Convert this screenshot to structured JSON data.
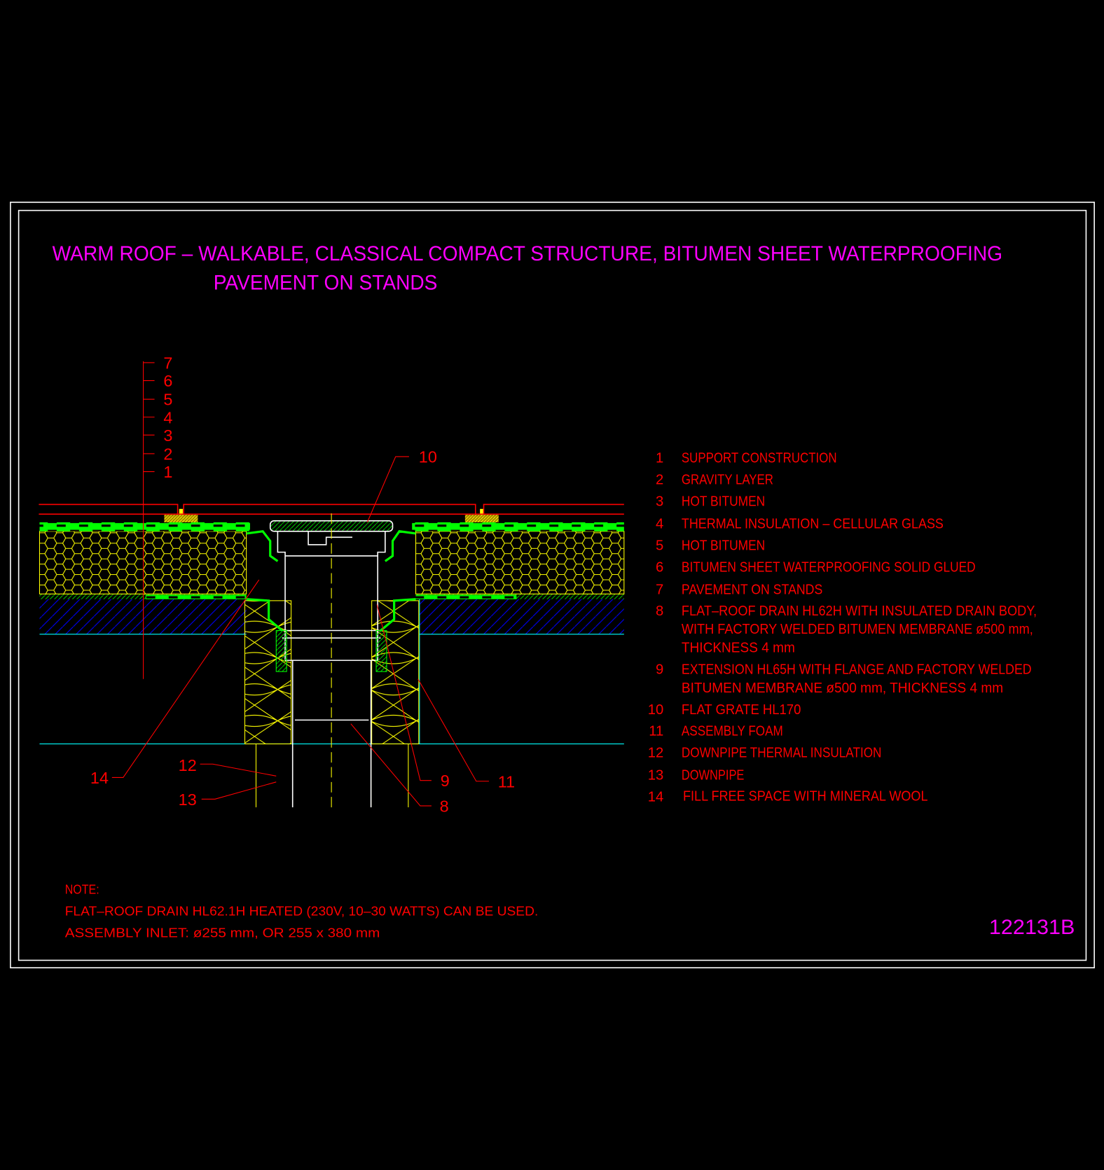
{
  "title": {
    "line1": "WARM ROOF – WALKABLE, CLASSICAL COMPACT STRUCTURE, BITUMEN SHEET WATERPROOFING",
    "line2": "PAVEMENT ON STANDS"
  },
  "layer_callouts": [
    "7",
    "6",
    "5",
    "4",
    "3",
    "2",
    "1"
  ],
  "callouts": {
    "c10": "10",
    "c14": "14",
    "c12": "12",
    "c13": "13",
    "c9": "9",
    "c11": "11",
    "c8": "8"
  },
  "legend": [
    {
      "num": "1",
      "lines": [
        "SUPPORT CONSTRUCTION"
      ]
    },
    {
      "num": "2",
      "lines": [
        "GRAVITY LAYER"
      ]
    },
    {
      "num": "3",
      "lines": [
        "HOT BITUMEN"
      ]
    },
    {
      "num": "4",
      "lines": [
        "THERMAL INSULATION – CELLULAR GLASS"
      ]
    },
    {
      "num": "5",
      "lines": [
        "HOT BITUMEN"
      ]
    },
    {
      "num": "6",
      "lines": [
        "BITUMEN SHEET WATERPROOFING SOLID GLUED"
      ]
    },
    {
      "num": "7",
      "lines": [
        "PAVEMENT ON STANDS"
      ]
    },
    {
      "num": "8",
      "lines": [
        "FLAT–ROOF DRAIN HL62H WITH INSULATED DRAIN BODY,",
        "WITH FACTORY WELDED BITUMEN MEMBRANE ø500 mm,",
        "THICKNESS 4 mm"
      ]
    },
    {
      "num": "9",
      "lines": [
        "EXTENSION HL65H WITH FLANGE AND FACTORY WELDED",
        "BITUMEN MEMBRANE ø500 mm, THICKNESS 4 mm"
      ]
    },
    {
      "num": "10",
      "lines": [
        "FLAT GRATE HL170"
      ]
    },
    {
      "num": "11",
      "lines": [
        "ASSEMBLY FOAM"
      ]
    },
    {
      "num": "12",
      "lines": [
        "DOWNPIPE THERMAL INSULATION"
      ]
    },
    {
      "num": "13",
      "lines": [
        "DOWNPIPE"
      ]
    },
    {
      "num": "14",
      "lines": [
        "FILL FREE SPACE WITH MINERAL WOOL"
      ]
    }
  ],
  "note": {
    "heading": "NOTE:",
    "line1": "FLAT–ROOF DRAIN HL62.1H HEATED (230V, 10–30 WATTS) CAN BE USED.",
    "line2": "ASSEMBLY INLET: ø255 mm, OR 255 x 380 mm"
  },
  "drawing_number": "122131B",
  "colors": {
    "background": "#000000",
    "frame": "#ffffff",
    "title": "#ff00ff",
    "text": "#ff0000",
    "insulation": "#ffff00",
    "membrane": "#00ff00",
    "concrete": "#0000ff",
    "cyan": "#00ffff"
  }
}
